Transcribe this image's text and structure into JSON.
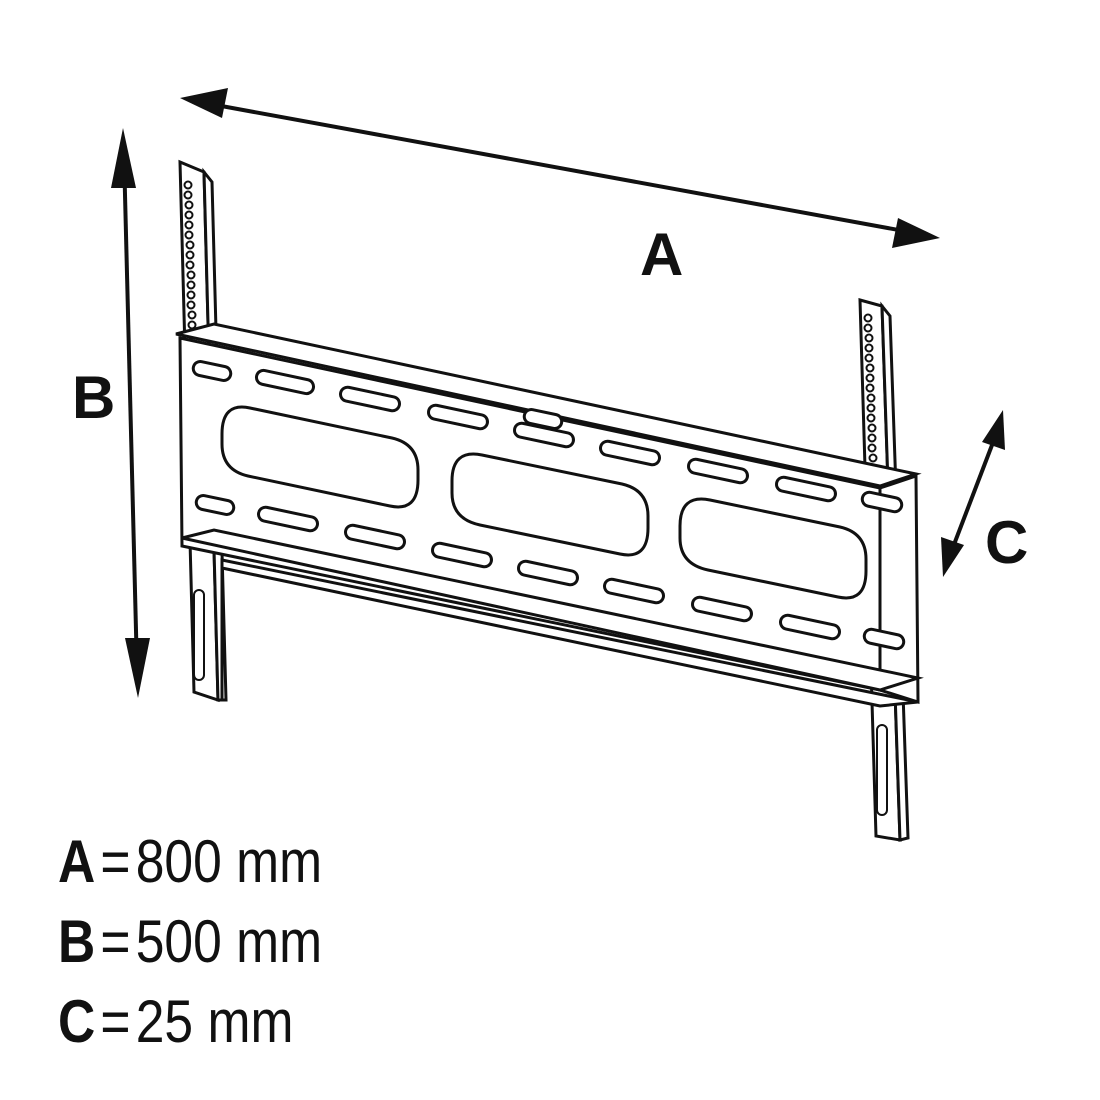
{
  "dimensions": {
    "A": {
      "letter": "A",
      "value": "800 mm"
    },
    "B": {
      "letter": "B",
      "value": "500 mm"
    },
    "C": {
      "letter": "C",
      "value": "25 mm"
    }
  },
  "equals_sign": "=",
  "stroke_color": "#111111",
  "background_color": "#ffffff"
}
